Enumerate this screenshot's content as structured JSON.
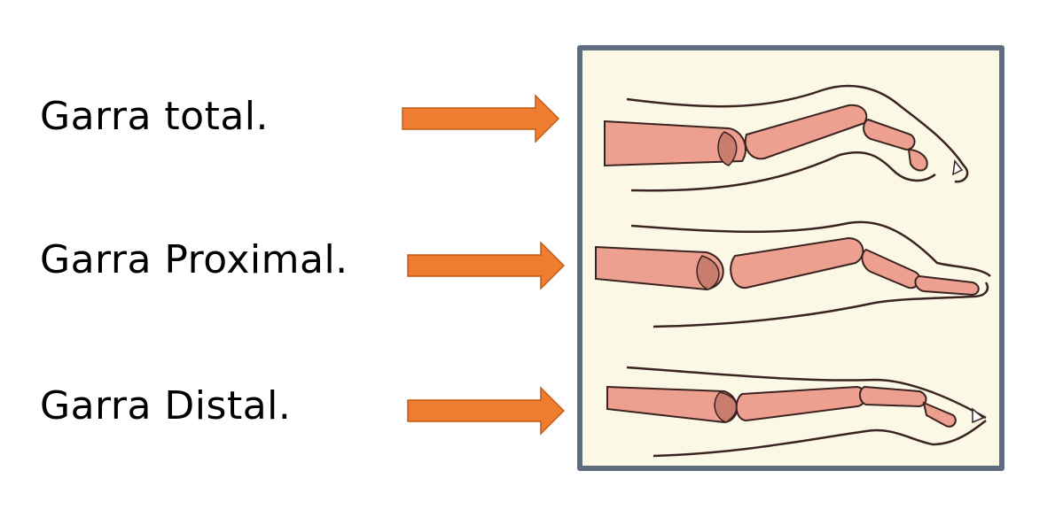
{
  "labels": [
    {
      "text": "Garra total."
    },
    {
      "text": "Garra Proximal."
    },
    {
      "text": "Garra Distal."
    }
  ],
  "colors": {
    "arrow": "#ed7d31",
    "arrow_stroke": "#c55a11",
    "panel_border": "#5e6c80",
    "panel_bg": "#fbf8e6",
    "bone": "#eea090",
    "bone_dark": "#c97d6d",
    "outline": "#3a2320"
  },
  "icons": [
    "right-arrow-icon",
    "finger-illustration"
  ]
}
